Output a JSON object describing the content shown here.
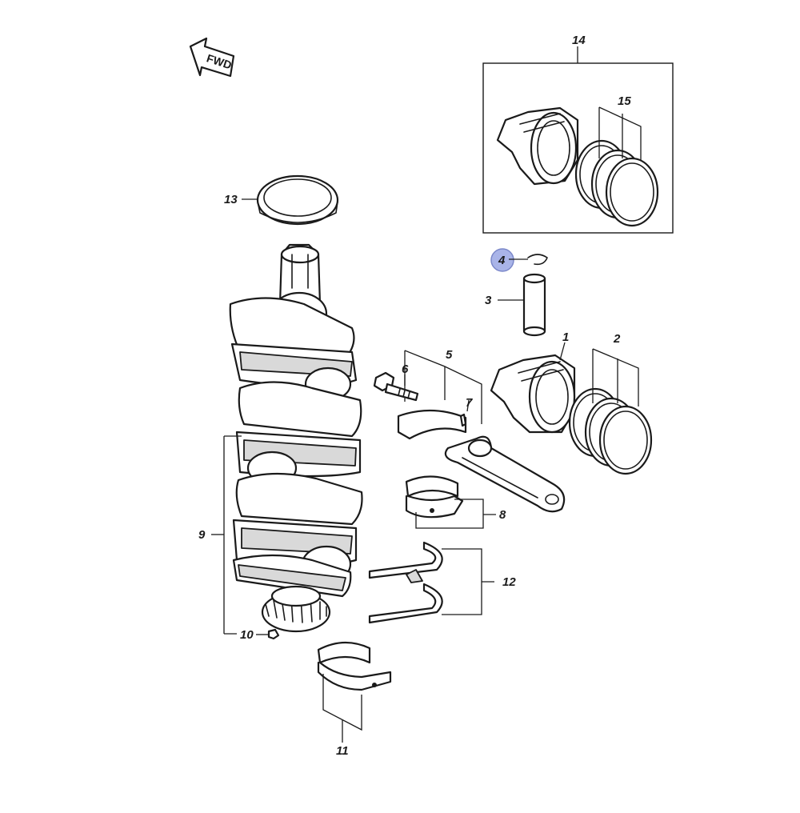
{
  "diagram": {
    "fwd_label": "FWD",
    "highlight_color": "#a9b4e8",
    "callouts": {
      "c1": "1",
      "c2": "2",
      "c3": "3",
      "c4": "4",
      "c5": "5",
      "c6": "6",
      "c7": "7",
      "c8": "8",
      "c9": "9",
      "c10": "10",
      "c11": "11",
      "c12": "12",
      "c13": "13",
      "c14": "14",
      "c15": "15"
    }
  }
}
